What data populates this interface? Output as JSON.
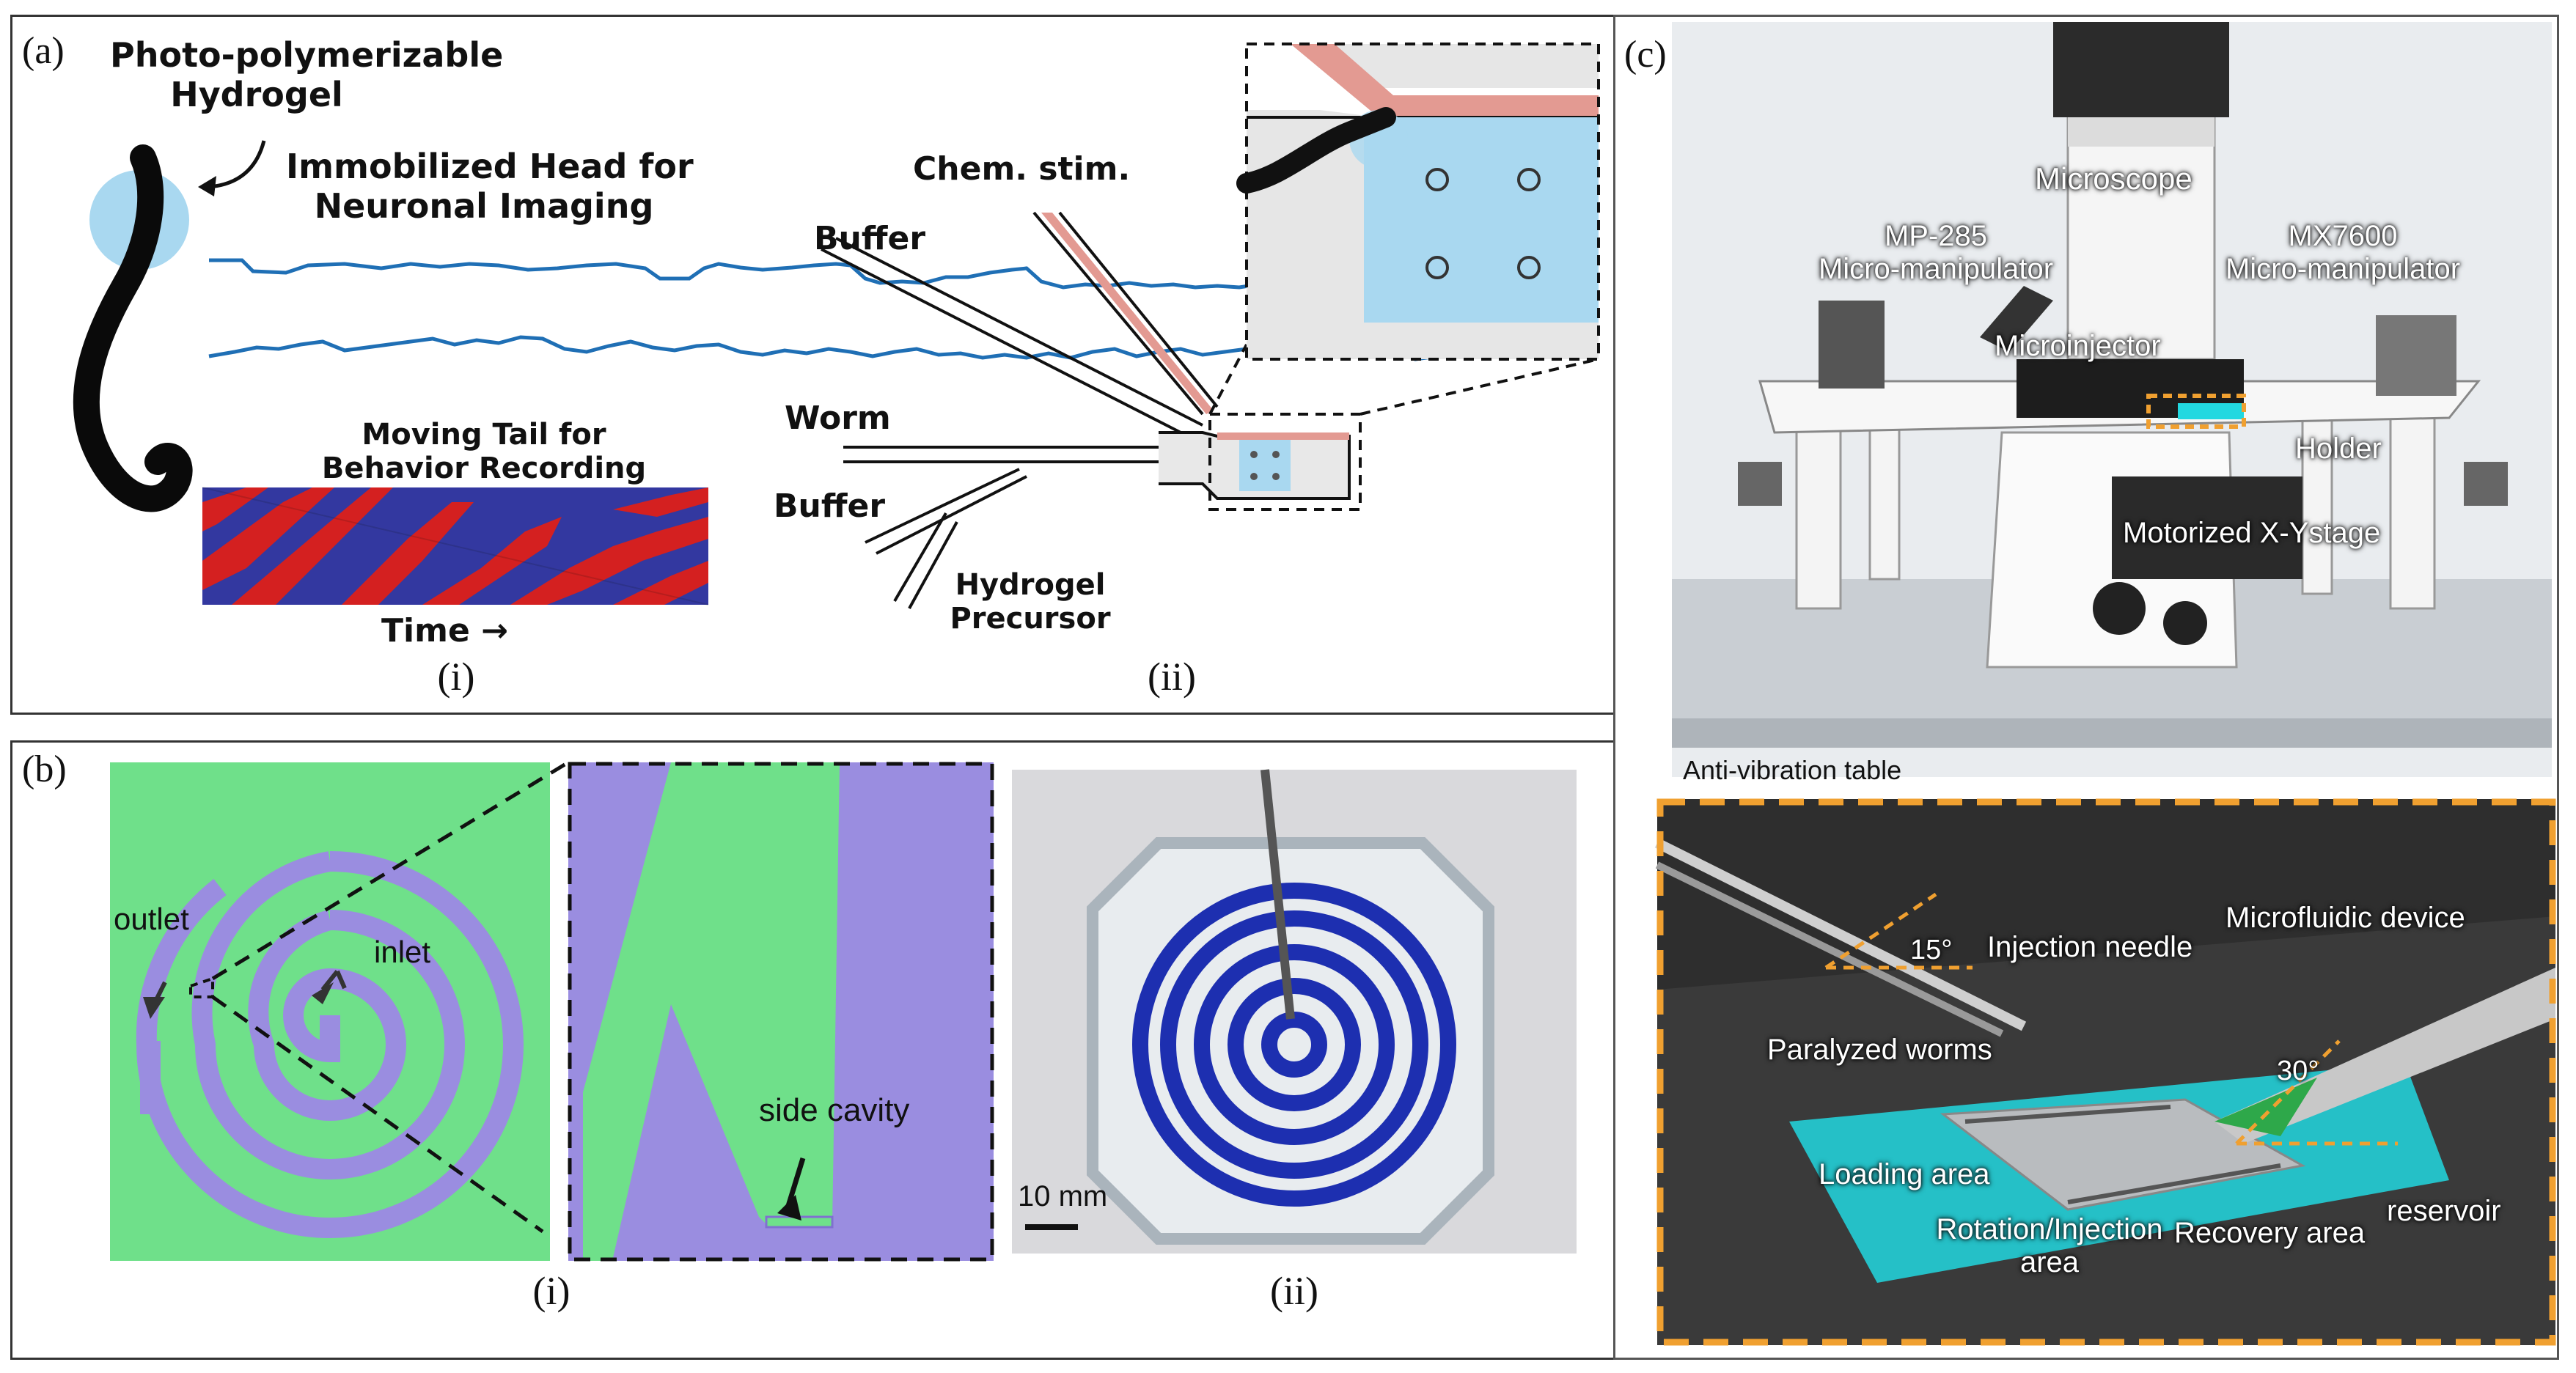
{
  "panel_a": {
    "label": "(a)",
    "hydrogel_line1": "Photo-polymerizable",
    "hydrogel_line2": "Hydrogel",
    "immobilized_line1": "Immobilized Head for",
    "immobilized_line2": "Neuronal Imaging",
    "moving_line1": "Moving Tail for",
    "moving_line2": "Behavior Recording",
    "time_label": "Time →",
    "sub_i": "(i)",
    "sub_ii": "(ii)",
    "chem_stim": "Chem. stim.",
    "buffer_top": "Buffer",
    "worm": "Worm",
    "buffer_bottom": "Buffer",
    "precursor_line1": "Hydrogel",
    "precursor_line2": "Precursor",
    "colors": {
      "trace": "#1f6fb5",
      "hydrogel": "#a9d8f0",
      "stim": "#e39a92",
      "kymo_red": "#d42020",
      "kymo_blue": "#3338a0"
    }
  },
  "panel_b": {
    "label": "(b)",
    "outlet": "outlet",
    "inlet": "inlet",
    "side_cavity": "side cavity",
    "scale_bar": "10 mm",
    "sub_i": "(i)",
    "sub_ii": "(ii)",
    "colors": {
      "background": "#6fe08a",
      "channel": "#9a8de0",
      "photo_channel": "#1d2fb0"
    }
  },
  "panel_c": {
    "label": "(c)",
    "microscope": "Microscope",
    "mp285_line1": "MP-285",
    "mp285_line2": "Micro-manipulator",
    "mx7600_line1": "MX7600",
    "mx7600_line2": "Micro-manipulator",
    "microinjector": "Microinjector",
    "holder": "Holder",
    "xy_stage": "Motorized X-Ystage",
    "anti_vibration": "Anti-vibration table",
    "angle_15": "15°",
    "injection_needle": "Injection needle",
    "microfluidic_device": "Microfluidic device",
    "paralyzed_worms": "Paralyzed worms",
    "angle_30": "30°",
    "loading_area": "Loading area",
    "rotation_line1": "Rotation/Injection",
    "rotation_line2": "area",
    "recovery_area": "Recovery area",
    "reservoir": "reservoir",
    "colors": {
      "dashed_frame": "#f0a030",
      "fluid": "#22d8e0"
    }
  }
}
